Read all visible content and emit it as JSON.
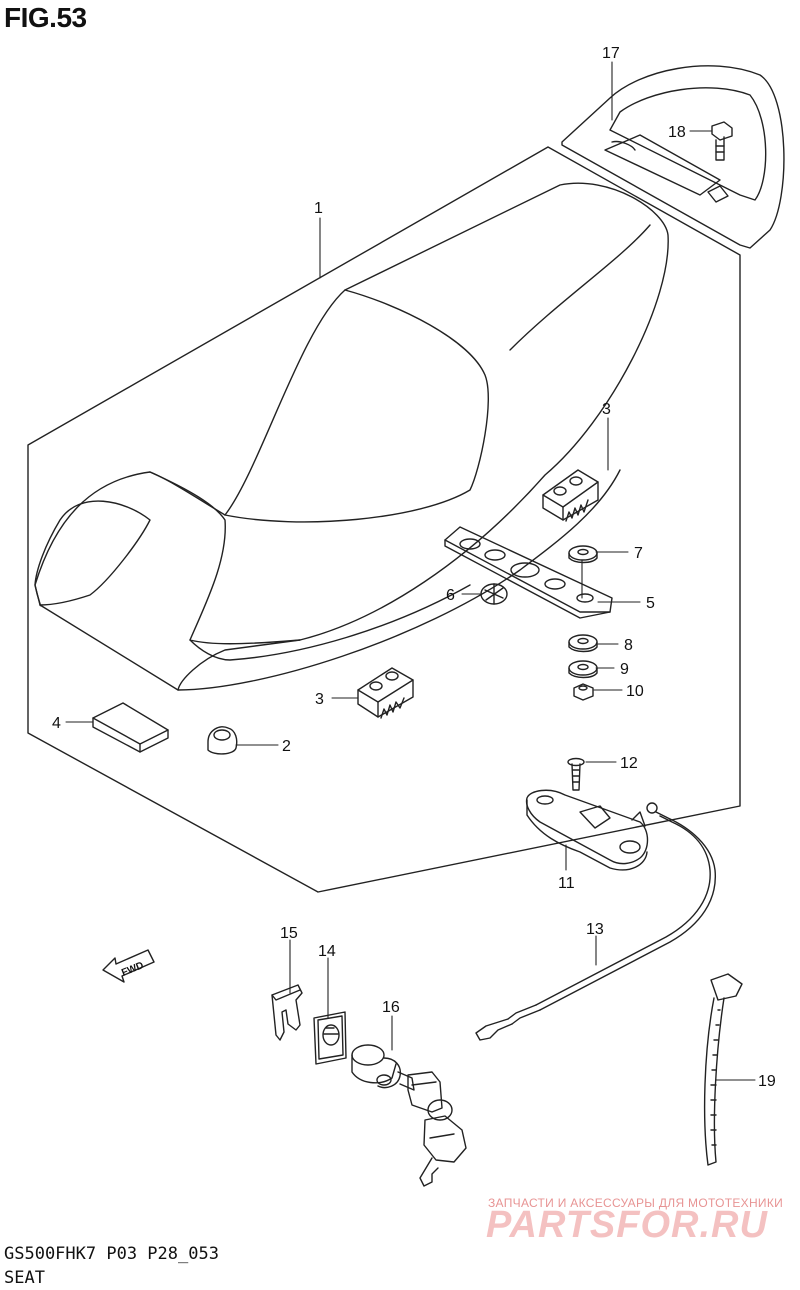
{
  "figure": {
    "title": "FIG.53"
  },
  "footer": {
    "model_code": "GS500FHK7 P03 P28_053",
    "caption": "SEAT"
  },
  "watermark": {
    "tagline": "ЗАПЧАСТИ И АКСЕССУАРЫ ДЛЯ МОТОТЕХНИКИ",
    "brand": "PARTSFOR.RU"
  },
  "direction_badge": "FWD",
  "callouts": [
    {
      "id": "1",
      "label": "1"
    },
    {
      "id": "2",
      "label": "2"
    },
    {
      "id": "3a",
      "label": "3"
    },
    {
      "id": "3b",
      "label": "3"
    },
    {
      "id": "4",
      "label": "4"
    },
    {
      "id": "5",
      "label": "5"
    },
    {
      "id": "6",
      "label": "6"
    },
    {
      "id": "7",
      "label": "7"
    },
    {
      "id": "8",
      "label": "8"
    },
    {
      "id": "9",
      "label": "9"
    },
    {
      "id": "10",
      "label": "10"
    },
    {
      "id": "11",
      "label": "11"
    },
    {
      "id": "12",
      "label": "12"
    },
    {
      "id": "13",
      "label": "13"
    },
    {
      "id": "14",
      "label": "14"
    },
    {
      "id": "15",
      "label": "15"
    },
    {
      "id": "16",
      "label": "16"
    },
    {
      "id": "17",
      "label": "17"
    },
    {
      "id": "18",
      "label": "18"
    },
    {
      "id": "19",
      "label": "19"
    }
  ]
}
